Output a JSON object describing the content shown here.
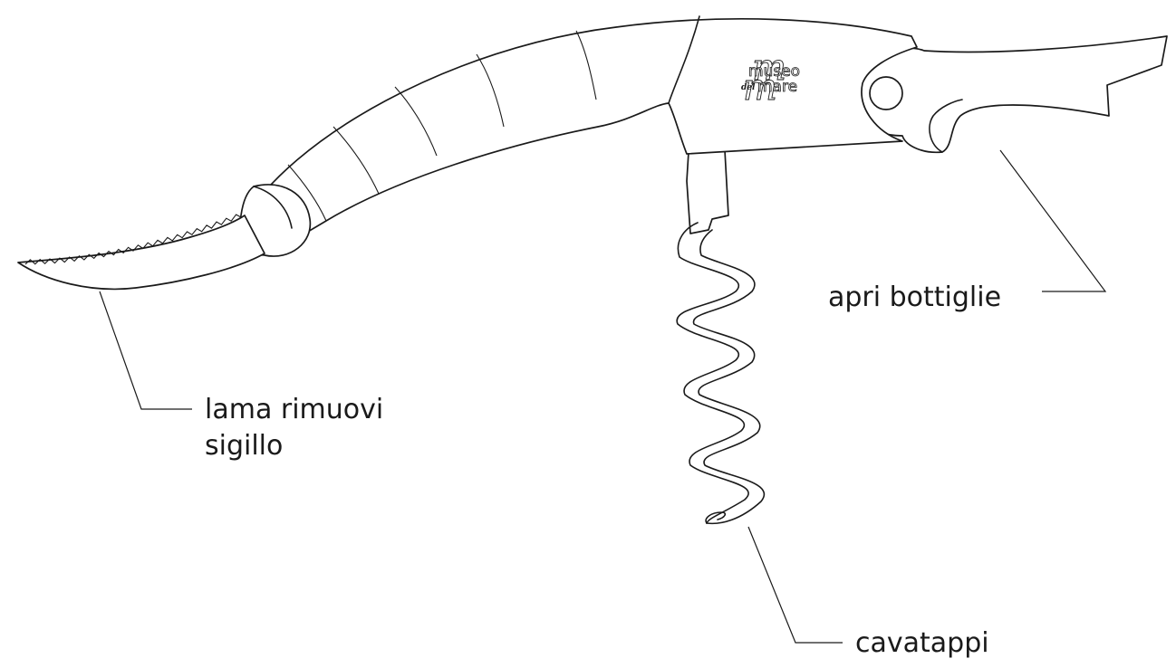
{
  "labels": {
    "blade_line1": "lama rimuovi",
    "blade_line2": "sigillo",
    "corkscrew": "cavatappi",
    "bottle_opener": "apri bottiglie"
  },
  "logo": {
    "line1": "museo",
    "line2_small": "del",
    "line2": "mare",
    "monogram": "m"
  },
  "colors": {
    "line": "#1a1a1a",
    "background": "#ffffff"
  }
}
